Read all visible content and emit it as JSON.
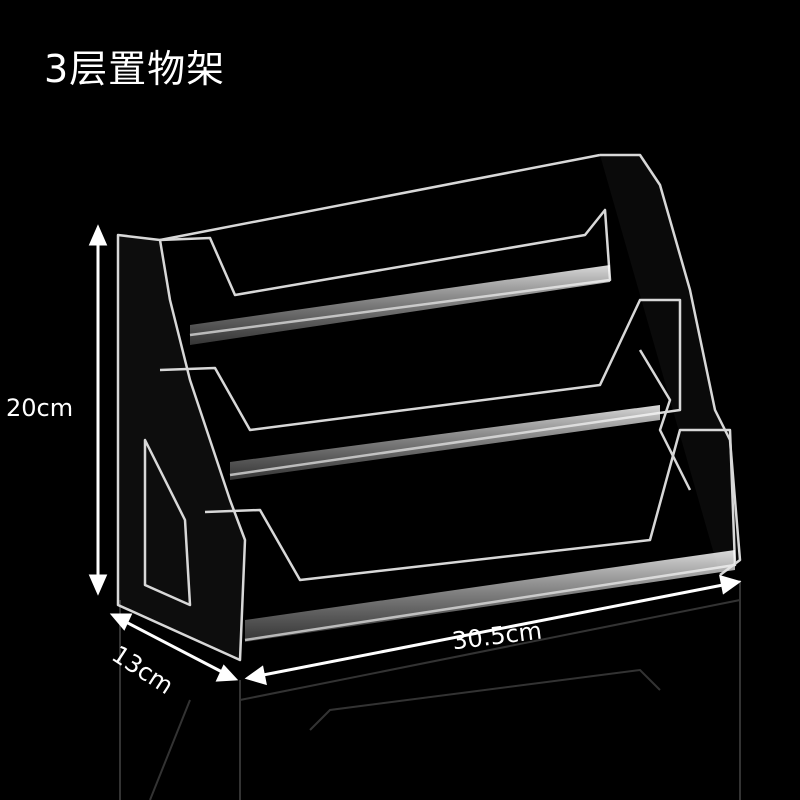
{
  "title": "3层置物架",
  "dimensions": {
    "height": "20cm",
    "depth": "13cm",
    "width": "30.5cm"
  },
  "colors": {
    "background": "#000000",
    "text": "#ffffff",
    "acrylic_edge": "#d8d8d8"
  }
}
